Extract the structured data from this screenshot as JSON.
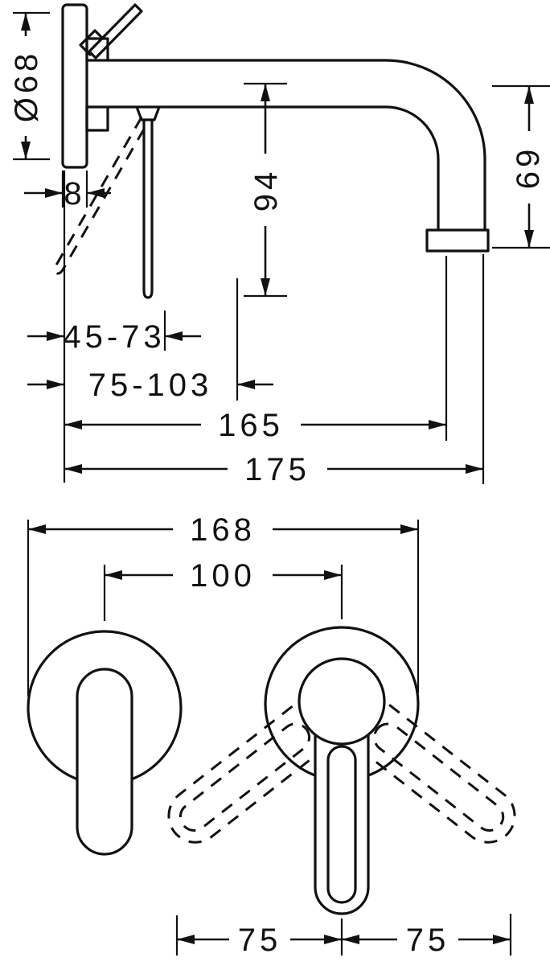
{
  "colors": {
    "line": "#111111",
    "background": "#ffffff"
  },
  "side_view": {
    "escutcheon_diameter": "Ø68",
    "escutcheon_depth": "8",
    "handle_drop": "94",
    "spout_drop": "69",
    "handle_range": "45-73",
    "handle_range_max": "75-103",
    "spout_reach": "165",
    "total_projection": "175"
  },
  "front_view": {
    "overall_width": "168",
    "center_distance": "100",
    "swing_left": "75",
    "swing_right": "75"
  }
}
